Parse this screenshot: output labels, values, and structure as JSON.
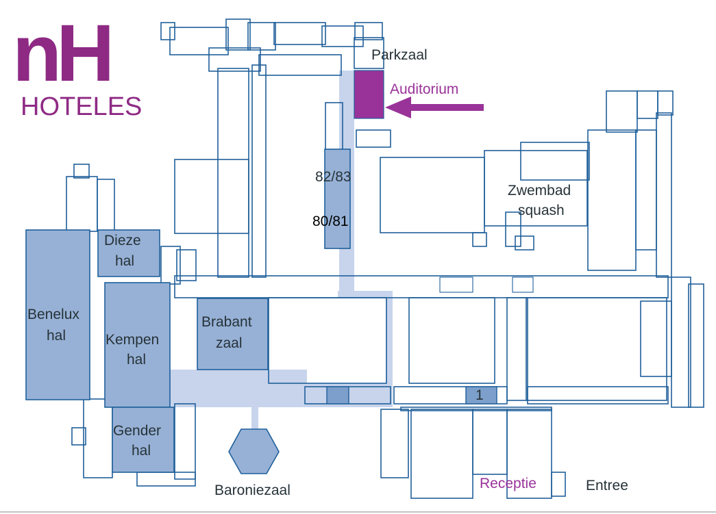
{
  "logo": {
    "mark": "nH",
    "subtitle": "HOTELES",
    "color": "#8e2a84"
  },
  "colors": {
    "wall": "#1f5f9a",
    "room_highlight": "#97b1d6",
    "room_dark": "#7d9fcb",
    "corridor": "#c7d4ec",
    "auditorium": "#993399",
    "accent_text": "#993399"
  },
  "rooms": {
    "parkzaal": "Parkzaal",
    "auditorium": "Auditorium",
    "r8283": "82/83",
    "r8081": "80/81",
    "zwembad": "Zwembad",
    "squash": "squash",
    "dieze_1": "Dieze",
    "dieze_2": "hal",
    "benelux_1": "Benelux",
    "benelux_2": "hal",
    "kempen_1": "Kempen",
    "kempen_2": "hal",
    "brabant_1": "Brabant",
    "brabant_2": "zaal",
    "gender_1": "Gender",
    "gender_2": "hal",
    "room1": "1",
    "baroniezaal": "Baroniezaal",
    "receptie": "Receptie",
    "entree": "Entree"
  },
  "arrow_icon": "arrow-left-icon"
}
